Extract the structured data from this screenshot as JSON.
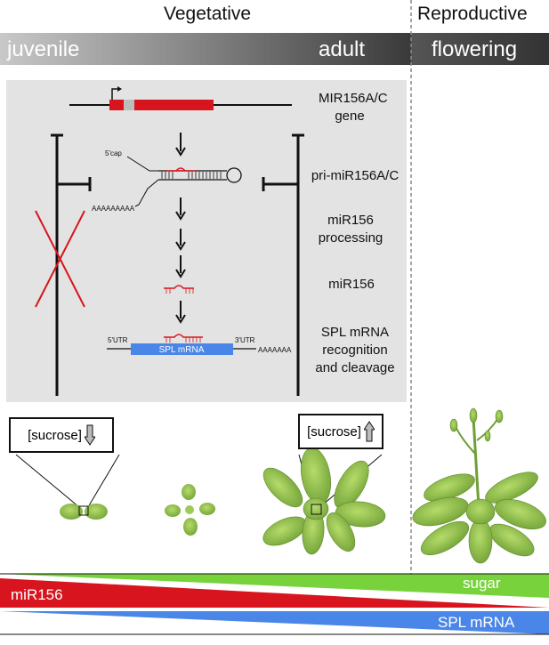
{
  "header": {
    "vegetative": "Vegetative",
    "reproductive": "Reproductive",
    "juvenile": "juvenile",
    "adult": "adult",
    "flowering": "flowering"
  },
  "pathway": {
    "gene_label_1": "MIR156A/C",
    "gene_label_2": "gene",
    "pri_label": "pri-miR156A/C",
    "processing_1": "miR156",
    "processing_2": "processing",
    "mature_label": "miR156",
    "spl_label_1": "SPL mRNA",
    "spl_label_2": "recognition",
    "spl_label_3": "and cleavage",
    "five_cap": "5'cap",
    "polyA_left": "AAAAAAAAA",
    "utr5": "5'UTR",
    "utr3": "3'UTR",
    "polyA_right": "AAAAAAA",
    "spl_box": "SPL mRNA"
  },
  "sucrose": {
    "low": "[sucrose]",
    "high": "[sucrose]"
  },
  "gradients": {
    "sugar": "sugar",
    "mir156": "miR156",
    "spl": "SPL mRNA"
  },
  "colors": {
    "red": "#d8151e",
    "green": "#78d23c",
    "blue": "#4a86e8",
    "panel": "#e3e3e3",
    "leaf": "#8fc24a"
  }
}
